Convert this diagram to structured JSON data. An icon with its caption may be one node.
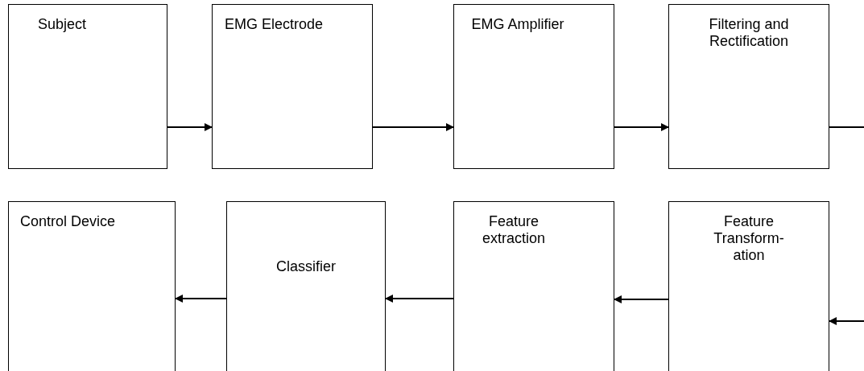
{
  "diagram": {
    "nodes": [
      {
        "text": [
          "Subject"
        ]
      },
      {
        "text": [
          "EMG Electrode"
        ]
      },
      {
        "text": [
          "EMG Amplifier"
        ]
      },
      {
        "text": [
          "Filtering and Rectification"
        ]
      },
      {
        "text": [
          "Control Device"
        ]
      },
      {
        "text": [
          "Classifier"
        ]
      },
      {
        "text": [
          "Feature extraction"
        ]
      },
      {
        "text": [
          "Feature Transform-ation"
        ]
      }
    ],
    "edges": [
      {
        "from": 0,
        "to": 1,
        "arrow": "to"
      },
      {
        "from": 1,
        "to": 2,
        "arrow": "to"
      },
      {
        "from": 2,
        "to": 3,
        "arrow": "to"
      },
      {
        "from": 3,
        "to": null,
        "arrow": "none"
      },
      {
        "from": 5,
        "to": 4,
        "arrow": "to"
      },
      {
        "from": 6,
        "to": 5,
        "arrow": "to"
      },
      {
        "from": 7,
        "to": 6,
        "arrow": "to"
      },
      {
        "from": null,
        "to": 7,
        "arrow": "to"
      }
    ]
  }
}
